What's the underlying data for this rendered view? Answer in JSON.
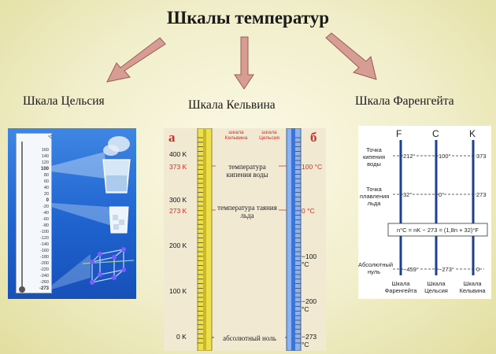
{
  "title": "Шкалы температур",
  "labels": {
    "celsius": "Шкала Цельсия",
    "kelvin": "Шкала Кельвина",
    "fahrenheit": "Шкала Фаренгейта"
  },
  "colors": {
    "arrow": "#c9897f",
    "blue_panel": "#2a6fd8",
    "yellow_tube": "#efe04a",
    "blue_tube": "#3e73d6",
    "red_text": "#c8322b"
  },
  "celsius_panel": {
    "unit": "°C",
    "ticks": [
      "160",
      "140",
      "120",
      "100",
      "80",
      "60",
      "40",
      "20",
      "0",
      "-20",
      "-40",
      "-60",
      "-80",
      "-100",
      "-120",
      "-140",
      "-160",
      "-180",
      "-200",
      "-220",
      "-240",
      "-260",
      "-273"
    ]
  },
  "kelvin_panel": {
    "letter_a": "а",
    "letter_b": "б",
    "head_kelvin": "шкала Кельвина",
    "head_celsius": "шкала Цельсия",
    "kelvin_ticks": [
      "400 K",
      "373 K",
      "300 K",
      "273 K",
      "200 K",
      "100 K",
      "0 K"
    ],
    "celsius_ticks": [
      "100 °C",
      "0 °C",
      "−100 °C",
      "−200 °C",
      "−273 °C"
    ],
    "boiling": "температура кипения воды",
    "melting": "температура таяния льда",
    "zero": "абсолютный ноль"
  },
  "fahrenheit_panel": {
    "headers": [
      "F",
      "C",
      "K"
    ],
    "boiling_label": "Точка кипения воды",
    "melting_label": "Точка плавления льда",
    "zero_label": "Абсолютный нуль",
    "boiling_values": [
      "212°",
      "100°",
      "373"
    ],
    "melting_values": [
      "32°",
      "0°",
      "273"
    ],
    "zero_values": [
      "−459°",
      "−273°",
      "0"
    ],
    "formula": "n°C = nK − 273 = (1,8n + 32)°F",
    "footers": [
      "Шкала Фаренгейта",
      "Шкала Цельсия",
      "Шкала Кельвина"
    ]
  }
}
